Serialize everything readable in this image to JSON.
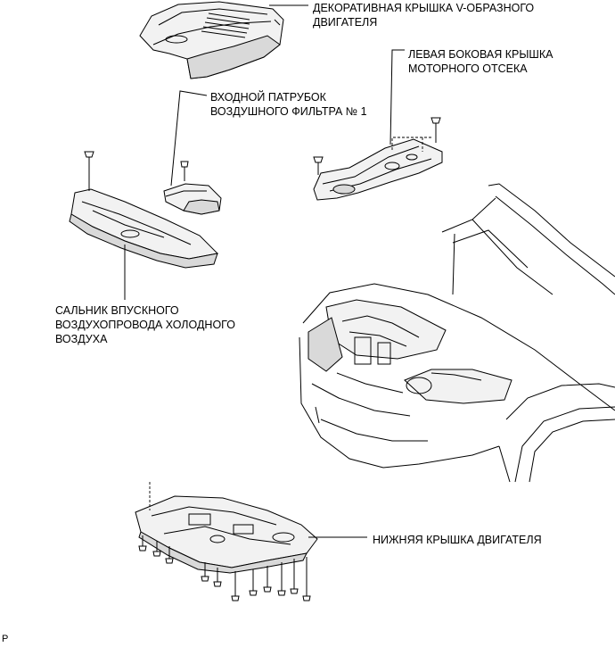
{
  "labels": {
    "v_engine_cover": "ДЕКОРАТИВНАЯ КРЫШКА V-ОБРАЗНОГО\nДВИГАТЕЛЯ",
    "air_filter_inlet": "ВХОДНОЙ ПАТРУБОК\nВОЗДУШНОГО ФИЛЬТРА № 1",
    "left_side_cover": "ЛЕВАЯ БОКОВАЯ КРЫШКА\nМОТОРНОГО ОТСЕКА",
    "cold_air_seal": "САЛЬНИК ВПУСКНОГО\nВОЗДУХОПРОВОДА ХОЛОДНОГО\nВОЗДУХА",
    "engine_under_cover": "НИЖНЯЯ КРЫШКА ДВИГАТЕЛЯ"
  },
  "corner_code": "P"
}
